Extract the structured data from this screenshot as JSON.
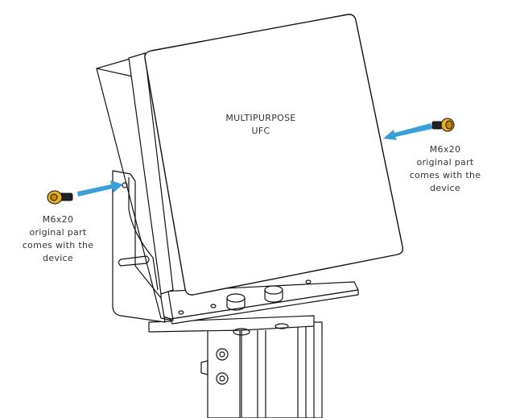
{
  "device": {
    "title_line1": "MULTIPURPOSE",
    "title_line2": "UFC"
  },
  "callouts": [
    {
      "screw": "M6x20",
      "line2": "original part",
      "line3": "comes with the",
      "line4": "device"
    },
    {
      "screw": "M6x20",
      "line2": "original part",
      "line3": "comes with the",
      "line4": "device"
    }
  ],
  "colors": {
    "arrow": "#3a9fd8",
    "screw": "#e8b020",
    "line": "#111111"
  }
}
